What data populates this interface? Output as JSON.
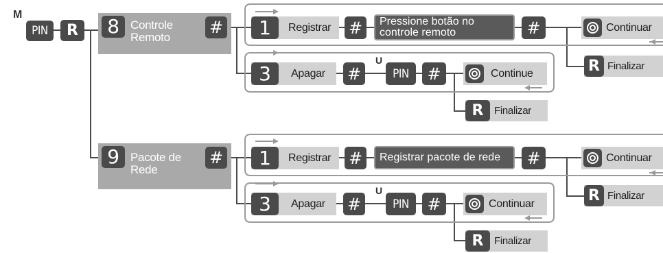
{
  "menu": {
    "mode_marker": "M",
    "pin_key": "PIN",
    "r_key": "R"
  },
  "remote": {
    "digit": "8",
    "title_line1": "Controle",
    "title_line2": "Remoto",
    "confirm_key": "#",
    "register": {
      "digit": "1",
      "label": "Registrar",
      "hash": "#",
      "message_line1": "Pressione botão no",
      "message_line2": "controle remoto",
      "hash2": "#",
      "continue_label": "Continuar",
      "finish_key": "R",
      "finish_label": "Finalizar"
    },
    "delete": {
      "digit": "3",
      "label": "Apagar",
      "hash": "#",
      "user_marker": "U",
      "pin_key": "PIN",
      "hash2": "#",
      "continue_label": "Continue",
      "finish_key": "R",
      "finish_label": "Finalizar"
    }
  },
  "network": {
    "digit": "9",
    "title_line1": "Pacote de",
    "title_line2": "Rede",
    "confirm_key": "#",
    "register": {
      "digit": "1",
      "label": "Registrar",
      "hash": "#",
      "message": "Registrar pacote de rede",
      "hash2": "#",
      "continue_label": "Continuar",
      "finish_key": "R",
      "finish_label": "Finalizar"
    },
    "delete": {
      "digit": "3",
      "label": "Apagar",
      "hash": "#",
      "user_marker": "U",
      "pin_key": "PIN",
      "hash2": "#",
      "continue_label": "Continuar",
      "finish_key": "R",
      "finish_label": "Finalizar"
    }
  },
  "colors": {
    "key": "#4a4a4a",
    "menu_bar": "#a9a9a9",
    "option_bar": "#d2d2d2",
    "frame": "#9a9a9a",
    "line": "#555555"
  }
}
